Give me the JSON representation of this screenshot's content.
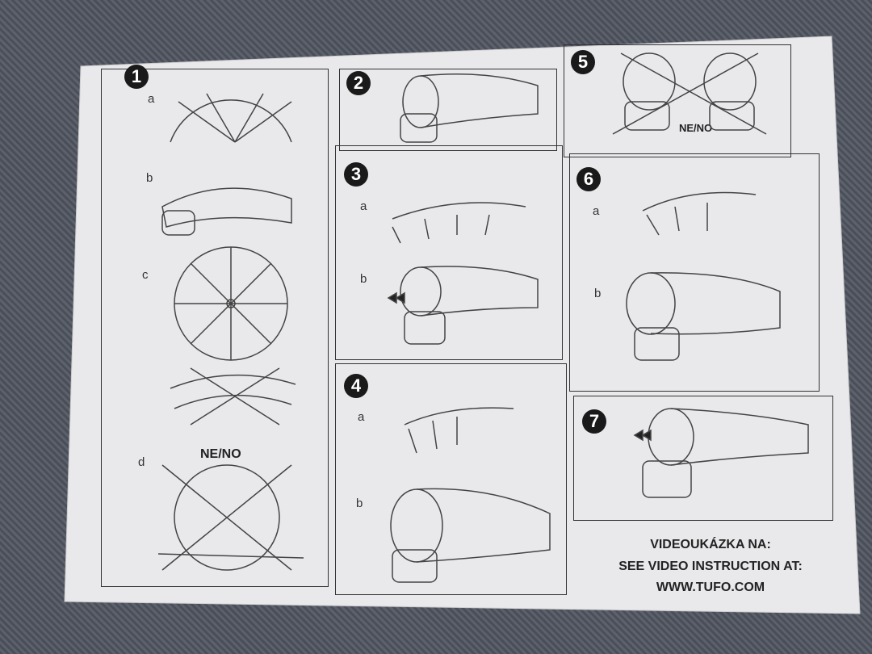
{
  "steps": [
    {
      "number": "1",
      "sub_labels": [
        "a",
        "b",
        "c",
        "d"
      ],
      "warning": "NE/NO"
    },
    {
      "number": "2"
    },
    {
      "number": "3",
      "sub_labels": [
        "a",
        "b"
      ]
    },
    {
      "number": "4",
      "sub_labels": [
        "a",
        "b"
      ]
    },
    {
      "number": "5",
      "warning": "NE/NO"
    },
    {
      "number": "6",
      "sub_labels": [
        "a",
        "b"
      ]
    },
    {
      "number": "7"
    }
  ],
  "footer": {
    "line1": "VIDEOUKÁZKA NA:",
    "line2": "SEE VIDEO INSTRUCTION AT:",
    "line3": "WWW.TUFO.COM"
  }
}
